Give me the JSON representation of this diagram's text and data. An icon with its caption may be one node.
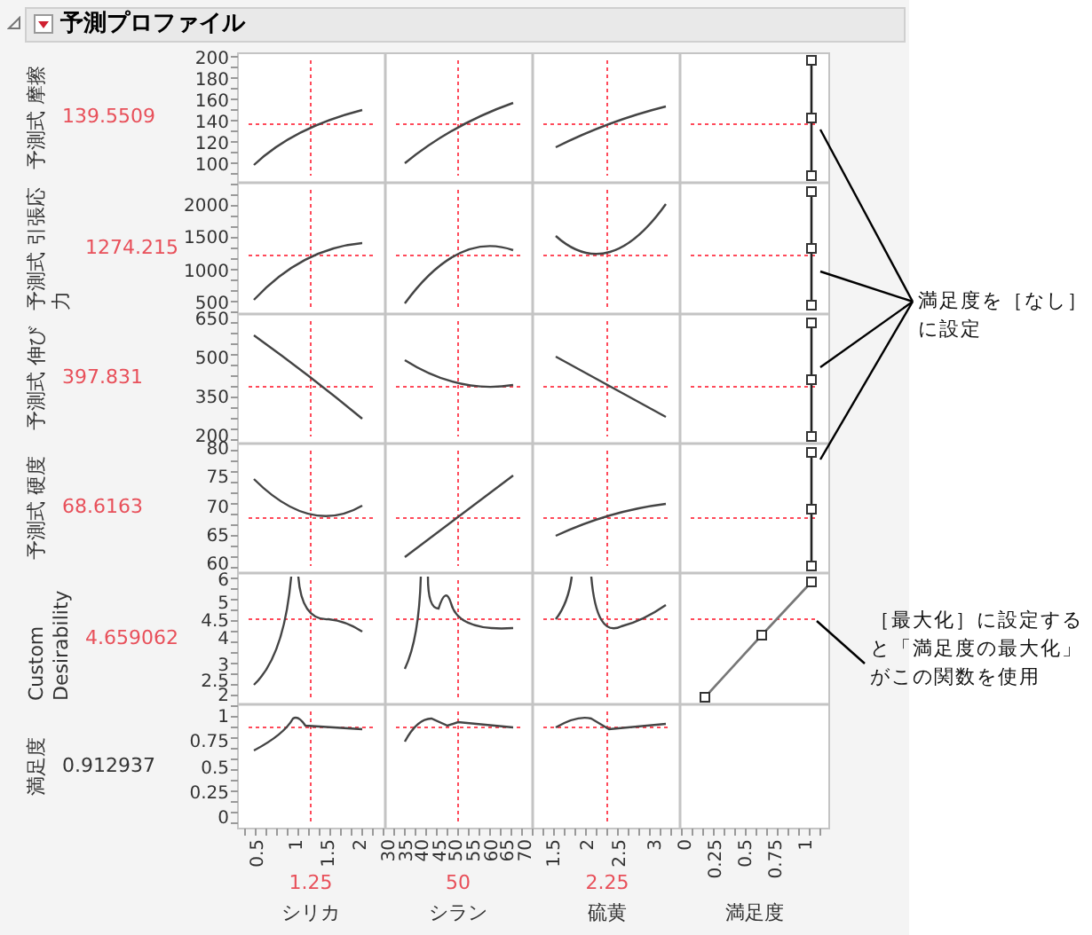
{
  "diagram": {
    "title": "予測プロファイル",
    "nodes": [
      {
        "text": [],
        "shape": "line"
      },
      {
        "text": [],
        "shape": "line"
      },
      {
        "text": [],
        "shape": "line"
      },
      {
        "text": [],
        "shape": "line"
      },
      {
        "text": [
          "満足度を［なし］に設定"
        ]
      },
      {
        "text": [],
        "shape": "line"
      },
      {
        "text": [
          "［最大化］に設定すると「満足度の最大化」がこの関数を使用"
        ]
      }
    ],
    "edges": [
      {
        "from": 4,
        "to": 0,
        "arrow": "none"
      },
      {
        "from": 4,
        "to": 1,
        "arrow": "none"
      },
      {
        "from": 4,
        "to": 2,
        "arrow": "none"
      },
      {
        "from": 4,
        "to": 3,
        "arrow": "none"
      },
      {
        "from": 6,
        "to": 5,
        "arrow": "none"
      }
    ],
    "labels": [
      "予測式 摩擦",
      "139.5509",
      "200",
      "180",
      "160",
      "140",
      "120",
      "100",
      "予測式 引張応力",
      "1274.215",
      "2000",
      "1500",
      "1000",
      "500",
      "予測式 伸び",
      "397.831",
      "650",
      "500",
      "350",
      "200",
      "予測式 硬度",
      "68.6163",
      "80",
      "75",
      "70",
      "65",
      "60",
      "Custom Desirability",
      "4.659062",
      "6",
      "5",
      "4.5",
      "4",
      "3",
      "2.5",
      "2",
      "満足度",
      "0.912937",
      "1",
      "0.75",
      "0.5",
      "0.25",
      "0",
      "0.5",
      "1",
      "1.5",
      "2",
      "30",
      "35",
      "40",
      "45",
      "50",
      "55",
      "60",
      "65",
      "70",
      "1.5",
      "2",
      "2.5",
      "3",
      "0",
      "0.25",
      "0.5",
      "0.75",
      "1",
      "1.25",
      "50",
      "2.25",
      "シリカ",
      "シラン",
      "硫黄",
      "満足度"
    ]
  }
}
